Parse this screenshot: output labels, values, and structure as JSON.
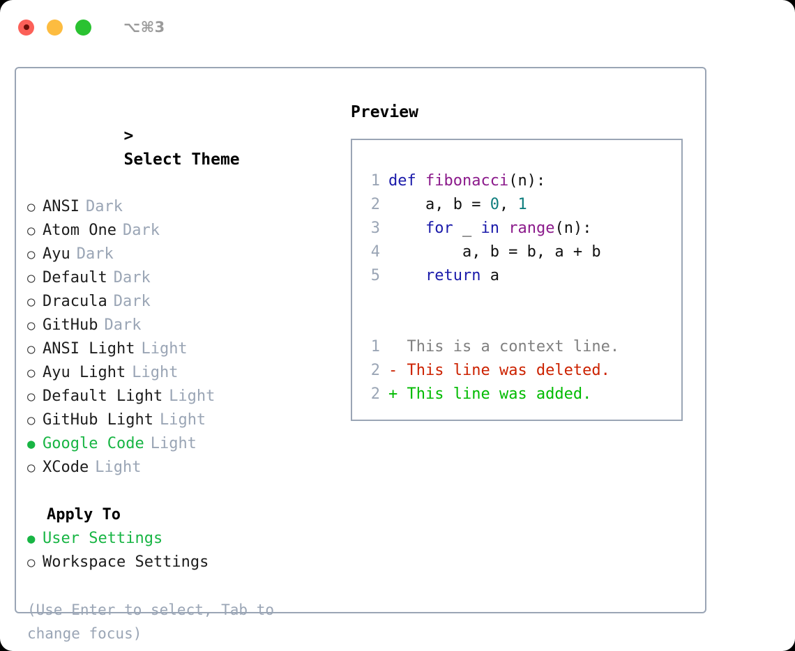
{
  "titlebar": {
    "shortcut": "⌥⌘3",
    "buttons": [
      {
        "name": "close",
        "color": "#fc6058"
      },
      {
        "name": "minimize",
        "color": "#fdbc40"
      },
      {
        "name": "maximize",
        "color": "#2ac231"
      }
    ]
  },
  "theme_picker": {
    "heading": "> Select Theme",
    "caret": ">",
    "heading_label": "Select Theme",
    "selected_marker": "●",
    "unselected_marker": "○",
    "accent_color": "#18b544",
    "items": [
      {
        "label": "ANSI",
        "variant": "Dark",
        "selected": false
      },
      {
        "label": "Atom One",
        "variant": "Dark",
        "selected": false
      },
      {
        "label": "Ayu",
        "variant": "Dark",
        "selected": false
      },
      {
        "label": "Default",
        "variant": "Dark",
        "selected": false
      },
      {
        "label": "Dracula",
        "variant": "Dark",
        "selected": false
      },
      {
        "label": "GitHub",
        "variant": "Dark",
        "selected": false
      },
      {
        "label": "ANSI Light",
        "variant": "Light",
        "selected": false
      },
      {
        "label": "Ayu Light",
        "variant": "Light",
        "selected": false
      },
      {
        "label": "Default Light",
        "variant": "Light",
        "selected": false
      },
      {
        "label": "GitHub Light",
        "variant": "Light",
        "selected": false
      },
      {
        "label": "Google Code",
        "variant": "Light",
        "selected": true
      },
      {
        "label": "XCode",
        "variant": "Light",
        "selected": false
      }
    ]
  },
  "apply_to": {
    "heading": "Apply To",
    "items": [
      {
        "label": "User Settings",
        "selected": true
      },
      {
        "label": "Workspace Settings",
        "selected": false
      }
    ]
  },
  "hint": "(Use Enter to select, Tab to change focus)",
  "preview": {
    "title": "Preview",
    "code_lines": [
      {
        "no": "1",
        "tokens": [
          {
            "t": "def ",
            "c": "kw"
          },
          {
            "t": "fibonacci",
            "c": "fn"
          },
          {
            "t": "(n):",
            "c": "plain"
          }
        ]
      },
      {
        "no": "2",
        "tokens": [
          {
            "t": "    a, b = ",
            "c": "plain"
          },
          {
            "t": "0",
            "c": "num"
          },
          {
            "t": ", ",
            "c": "plain"
          },
          {
            "t": "1",
            "c": "num"
          }
        ]
      },
      {
        "no": "3",
        "tokens": [
          {
            "t": "    ",
            "c": "plain"
          },
          {
            "t": "for",
            "c": "kw"
          },
          {
            "t": " _ ",
            "c": "plain"
          },
          {
            "t": "in",
            "c": "kw"
          },
          {
            "t": " ",
            "c": "plain"
          },
          {
            "t": "range",
            "c": "fn"
          },
          {
            "t": "(n):",
            "c": "plain"
          }
        ]
      },
      {
        "no": "4",
        "tokens": [
          {
            "t": "        a, b = b, a + b",
            "c": "plain"
          }
        ]
      },
      {
        "no": "5",
        "tokens": [
          {
            "t": "    ",
            "c": "plain"
          },
          {
            "t": "return",
            "c": "kw"
          },
          {
            "t": " a",
            "c": "plain"
          }
        ]
      }
    ],
    "diff_lines": [
      {
        "no": "1",
        "sign": " ",
        "text": "This is a context line.",
        "kind": "context"
      },
      {
        "no": "2",
        "sign": "-",
        "text": "This line was deleted.",
        "kind": "del"
      },
      {
        "no": "2",
        "sign": "+",
        "text": "This line was added.",
        "kind": "add"
      }
    ]
  }
}
